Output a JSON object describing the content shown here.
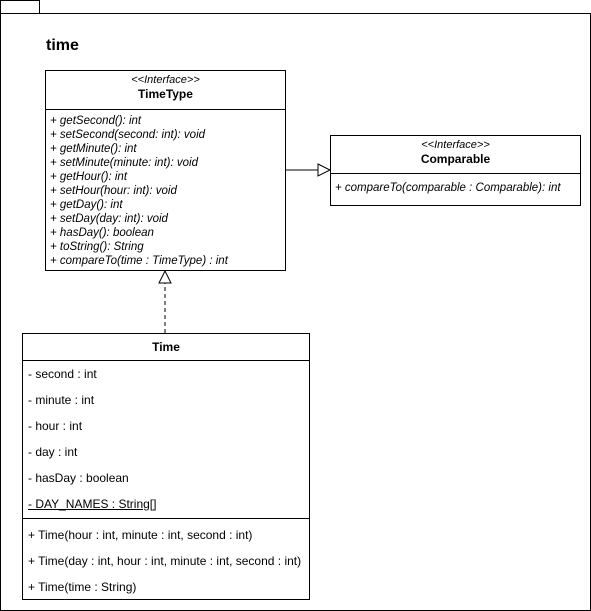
{
  "package": {
    "name": "time"
  },
  "timetype": {
    "stereotype": "<<Interface>>",
    "name": "TimeType",
    "operations": [
      "+ getSecond(): int",
      "+ setSecond(second: int): void",
      "+ getMinute(): int",
      "+ setMinute(minute: int): void",
      "+ getHour(): int",
      "+ setHour(hour: int): void",
      "+ getDay(): int",
      "+ setDay(day: int): void",
      "+ hasDay(): boolean",
      "+ toString(): String",
      "+ compareTo(time : TimeType) : int"
    ]
  },
  "comparable": {
    "stereotype": "<<Interface>>",
    "name": "Comparable",
    "operations": [
      "+ compareTo(comparable : Comparable): int"
    ]
  },
  "time_class": {
    "name": "Time",
    "attributes": [
      "- second : int",
      "- minute : int",
      "- hour : int",
      "- day : int",
      "- hasDay : boolean",
      "- DAY_NAMES : String[]"
    ],
    "constructors": [
      "+ Time(hour : int, minute : int, second : int)",
      "+ Time(day : int, hour : int, minute : int, second : int)",
      "+ Time(time : String)"
    ]
  }
}
